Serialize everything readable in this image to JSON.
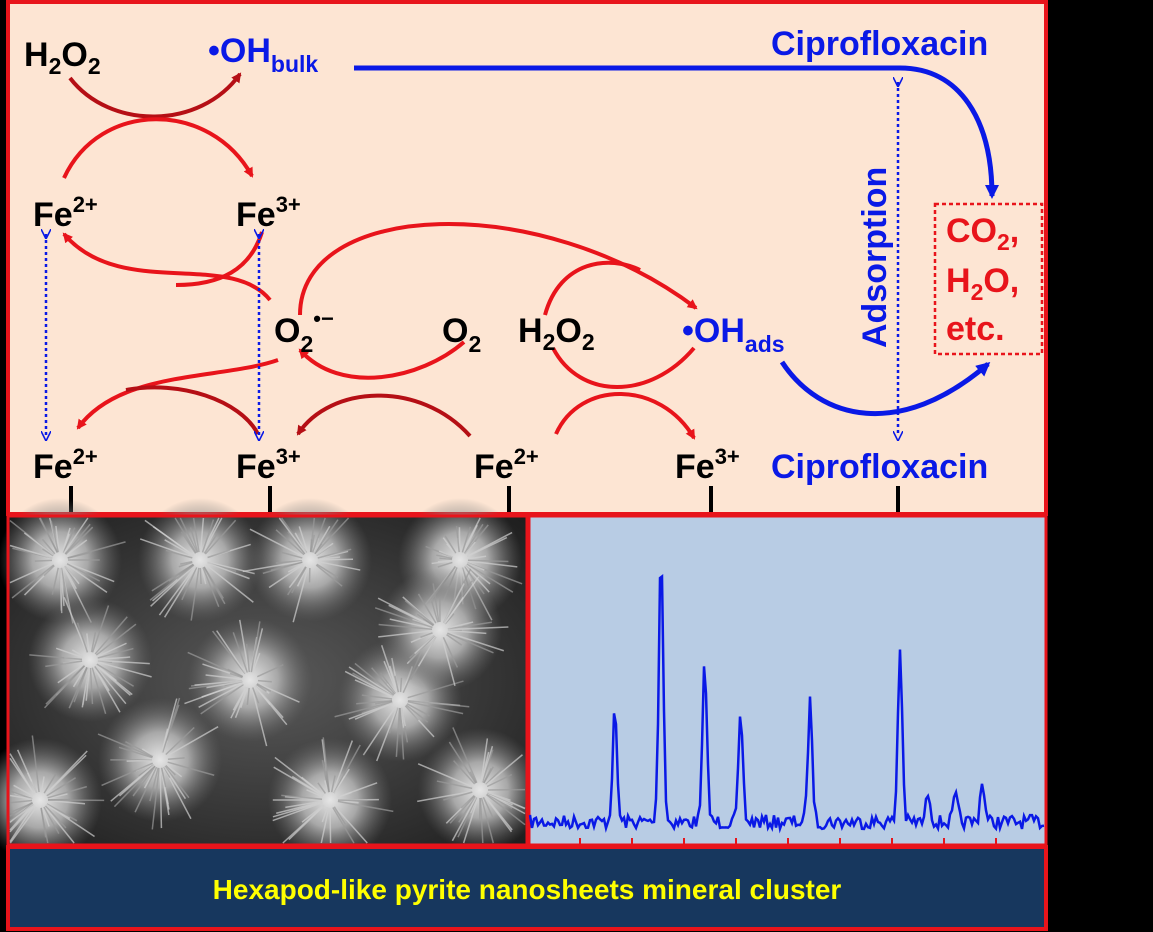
{
  "colors": {
    "panel_bg": "#fde5d3",
    "frame_red": "#e8141b",
    "arrow_red": "#e8141b",
    "arrow_darkred": "#b50f15",
    "blue": "#0a19e6",
    "xrd_bg": "#b8cce4",
    "caption_bg": "#17375e",
    "caption_text": "#ffff00"
  },
  "species": {
    "h2o2_top": {
      "main": "H",
      "sub1": "2",
      "mid": "O",
      "sub2": "2"
    },
    "oh_bulk": {
      "main": "•OH",
      "sub": "bulk"
    },
    "cipro_top": "Ciprofloxacin",
    "fe2_upper": {
      "main": "Fe",
      "sup": "2+"
    },
    "fe3_upper": {
      "main": "Fe",
      "sup": "3+"
    },
    "superoxide": {
      "main": "O",
      "sub": "2",
      "sup": "•−"
    },
    "o2": {
      "main": "O",
      "sub": "2"
    },
    "h2o2_mid": {
      "main": "H",
      "sub1": "2",
      "mid": "O",
      "sub2": "2"
    },
    "oh_ads": {
      "main": "•OH",
      "sub": "ads"
    },
    "adsorption": "Adsorption",
    "products": {
      "line1_main": "CO",
      "line1_sub": "2",
      "line1_tail": ",",
      "line2_main": "H",
      "line2_sub": "2",
      "line2_tail": "O,",
      "line3": "etc."
    },
    "fe2_lower_1": {
      "main": "Fe",
      "sup": "2+"
    },
    "fe3_lower_1": {
      "main": "Fe",
      "sup": "3+"
    },
    "fe2_lower_2": {
      "main": "Fe",
      "sup": "2+"
    },
    "fe3_lower_2": {
      "main": "Fe",
      "sup": "3+"
    },
    "cipro_bottom": "Ciprofloxacin"
  },
  "sem_image": {
    "description_icon": "sem-nanosheets-image"
  },
  "xrd_pattern": {
    "peaks": [
      {
        "x": 0.165,
        "h": 0.4
      },
      {
        "x": 0.255,
        "h": 1.0
      },
      {
        "x": 0.34,
        "h": 0.58
      },
      {
        "x": 0.41,
        "h": 0.38
      },
      {
        "x": 0.545,
        "h": 0.44
      },
      {
        "x": 0.72,
        "h": 0.63
      },
      {
        "x": 0.775,
        "h": 0.11
      },
      {
        "x": 0.828,
        "h": 0.09
      },
      {
        "x": 0.88,
        "h": 0.15
      }
    ]
  },
  "caption": "Hexapod-like pyrite nanosheets mineral cluster"
}
